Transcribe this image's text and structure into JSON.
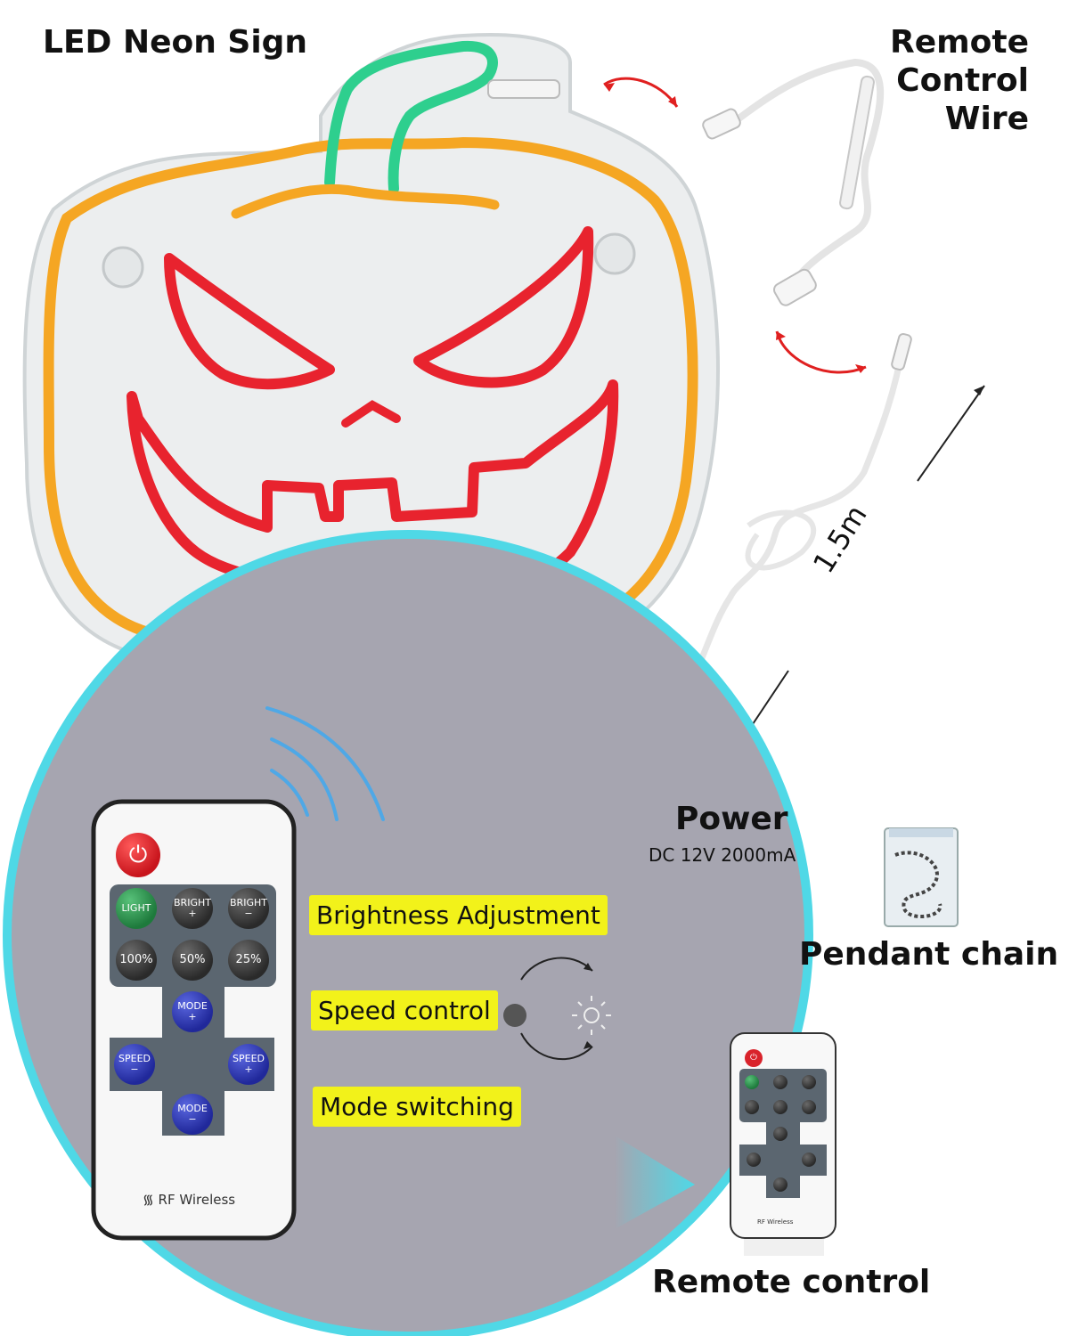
{
  "labels": {
    "neon_sign": "LED Neon Sign",
    "remote_wire": "Remote Control\nWire",
    "cable_length": "1.5m",
    "power_title": "Power",
    "power_spec": "DC 12V 2000mA",
    "pendant_chain": "Pendant chain",
    "remote_control": "Remote control"
  },
  "features": {
    "brightness": "Brightness Adjustment",
    "speed": "Speed control",
    "mode": "Mode switching"
  },
  "remote": {
    "light": "LIGHT",
    "bright_up": "BRIGHT\n+",
    "bright_down": "BRIGHT\n−",
    "p100": "100%",
    "p50": "50%",
    "p25": "25%",
    "mode_up": "MODE\n+",
    "mode_down": "MODE\n−",
    "speed_down": "SPEED\n−",
    "speed_up": "SPEED\n+",
    "brand": "RF Wireless"
  },
  "colors": {
    "neon_green": "#2ecf8e",
    "neon_orange": "#f5a623",
    "neon_red": "#e8232e",
    "circle_bg": "#a6a5b0",
    "circle_ring": "#4fd8e6",
    "highlight": "#f2f21a",
    "arrow_red": "#e02020"
  }
}
